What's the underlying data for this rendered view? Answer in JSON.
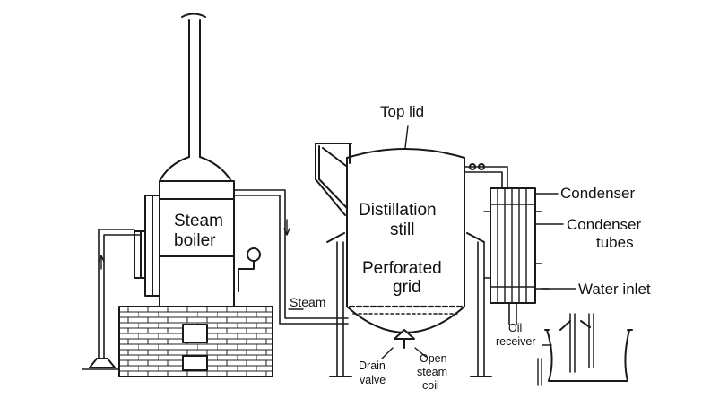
{
  "labels": {
    "top_lid": "Top lid",
    "condenser": "Condenser",
    "condenser_tubes_1": "Condenser",
    "condenser_tubes_2": "tubes",
    "water_inlet": "Water inlet",
    "distillation_1": "Distillation",
    "distillation_2": "still",
    "perforated_1": "Perforated",
    "perforated_2": "grid",
    "boiler_1": "Steam",
    "boiler_2": "boiler",
    "steam": "Steam",
    "drain_1": "Drain",
    "drain_2": "valve",
    "open_1": "Open",
    "open_2": "steam",
    "open_3": "coil",
    "oil_1": "Oil",
    "oil_2": "receiver"
  },
  "colors": {
    "line": "#1a1a1a",
    "background": "#ffffff"
  }
}
